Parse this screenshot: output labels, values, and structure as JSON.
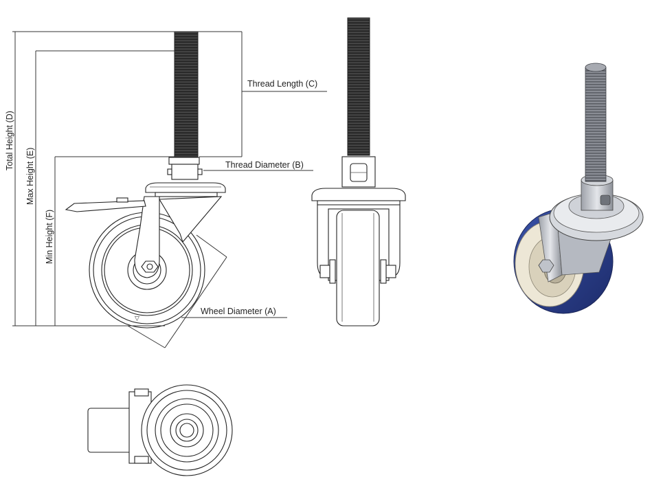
{
  "drawing": {
    "labels": {
      "thread_length": "Thread Length (C)",
      "thread_diameter": "Thread Diameter (B)",
      "wheel_diameter": "Wheel Diameter (A)",
      "total_height": "Total Height (D)",
      "max_height": "Max Height (E)",
      "min_height": "Min Height (F)"
    },
    "colors": {
      "wheel_tread": "#2a3f8f",
      "wheel_core": "#ede7d6",
      "metal": "#c9ccd3",
      "line": "#222222"
    }
  }
}
